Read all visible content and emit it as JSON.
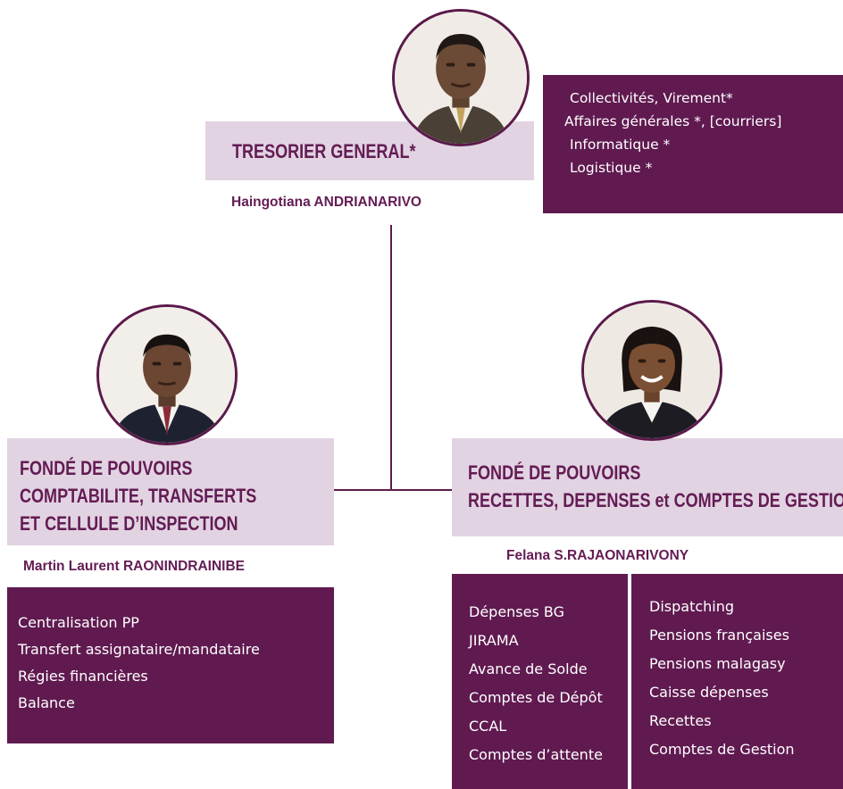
{
  "tresorier": {
    "title": "TRESORIER  GENERAL*",
    "name": "Haingotiana ANDRIANARIVO",
    "duties": [
      "Collectivités, Virement*",
      "Affaires générales *, [courriers]",
      "Informatique *",
      "Logistique *"
    ]
  },
  "fonde_left": {
    "title_lines": [
      "FONDÉ DE POUVOIRS",
      "COMPTABILITE, TRANSFERTS",
      "ET CELLULE  D’INSPECTION"
    ],
    "name": "Martin Laurent RAONINDRAINIBE",
    "duties": [
      "Centralisation PP",
      "Transfert assignataire/mandataire",
      "Régies financières",
      "Balance"
    ]
  },
  "fonde_right": {
    "title_lines": [
      "FONDÉ DE POUVOIRS",
      "RECETTES, DEPENSES et COMPTES DE GESTION"
    ],
    "name": "Felana S.RAJAONARIVONY",
    "duties_col1": [
      "Dépenses BG",
      "JIRAMA",
      "Avance de Solde",
      "Comptes de Dépôt",
      "CCAL",
      "Comptes d’attente"
    ],
    "duties_col2": [
      "Dispatching",
      "Pensions françaises",
      "Pensions malagasy",
      "Caisse dépenses",
      "Recettes",
      "Comptes de Gestion"
    ]
  },
  "colors": {
    "panel": "#601a50",
    "title_bg": "#e2d3e2",
    "title_text": "#631c54"
  }
}
